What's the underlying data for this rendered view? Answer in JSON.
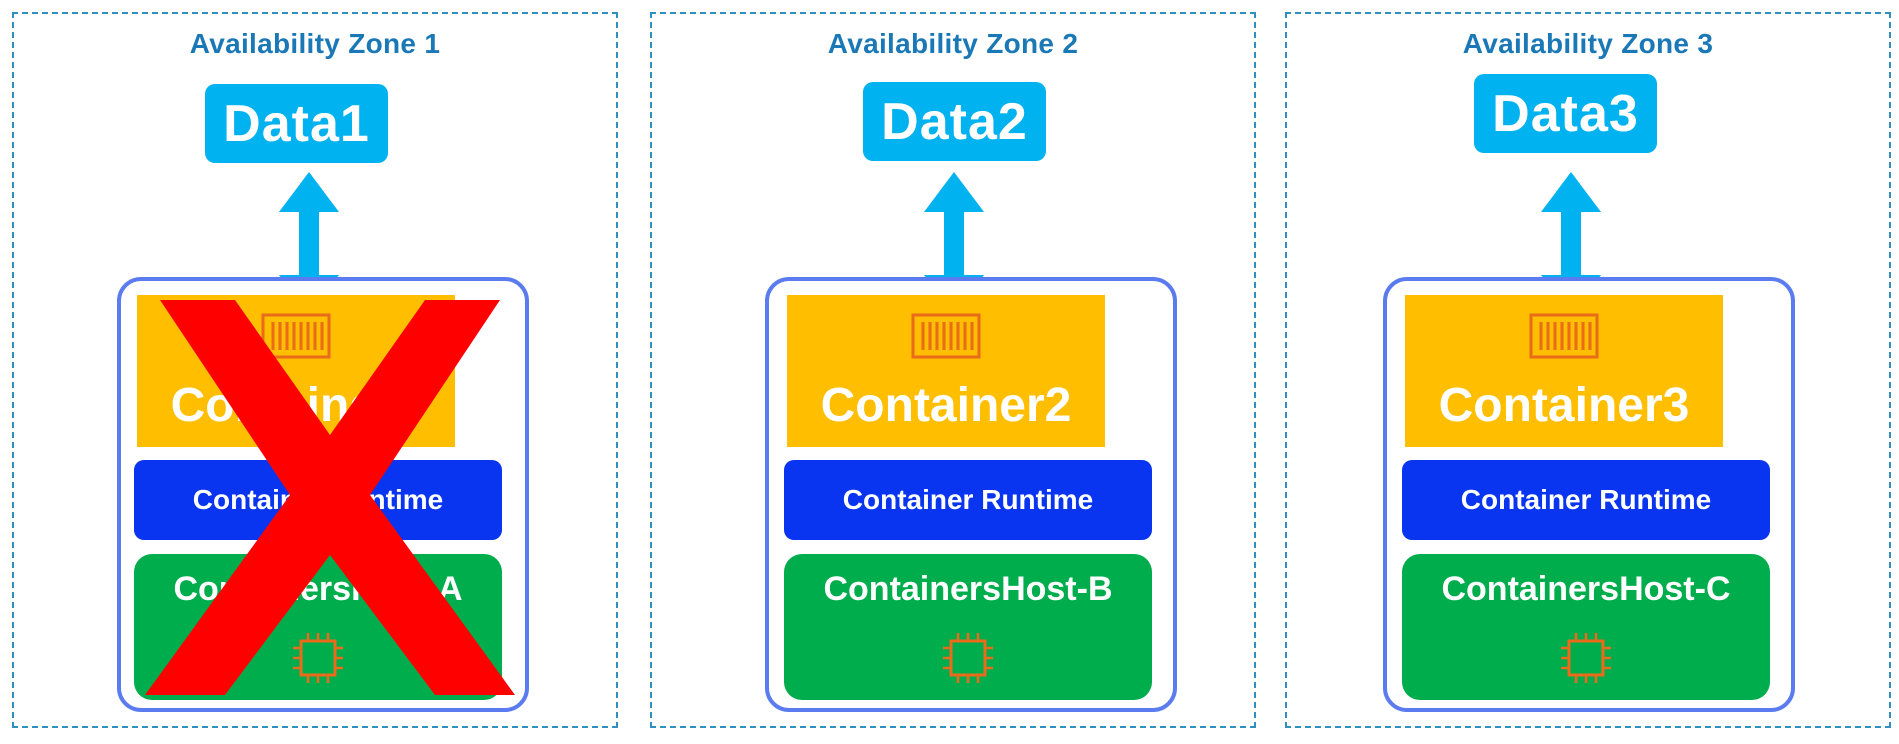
{
  "zones": [
    {
      "title": "Availability Zone 1",
      "data": "Data1",
      "container": "Container1",
      "runtime": "Container Runtime",
      "host": "ContainersHost-A",
      "failed": true
    },
    {
      "title": "Availability Zone 2",
      "data": "Data2",
      "container": "Container2",
      "runtime": "Container Runtime",
      "host": "ContainersHost-B",
      "failed": false
    },
    {
      "title": "Availability Zone 3",
      "data": "Data3",
      "container": "Container3",
      "runtime": "Container Runtime",
      "host": "ContainersHost-C",
      "failed": false
    }
  ],
  "colors": {
    "zone_border": "#2f8fbf",
    "zone_title": "#1b78b6",
    "data_box": "#00b2ef",
    "arrow": "#00b2ef",
    "host_frame": "#5b7cf0",
    "container": "#ffbe00",
    "container_icon": "#ea6b1a",
    "runtime": "#0a35f0",
    "host": "#00ad4d",
    "chip_icon": "#ea6b1a",
    "failure_mark": "#ff0000"
  },
  "icons": {
    "container": "container-icon",
    "host": "chip-icon",
    "link": "double-arrow-icon",
    "failure": "red-x-icon"
  }
}
